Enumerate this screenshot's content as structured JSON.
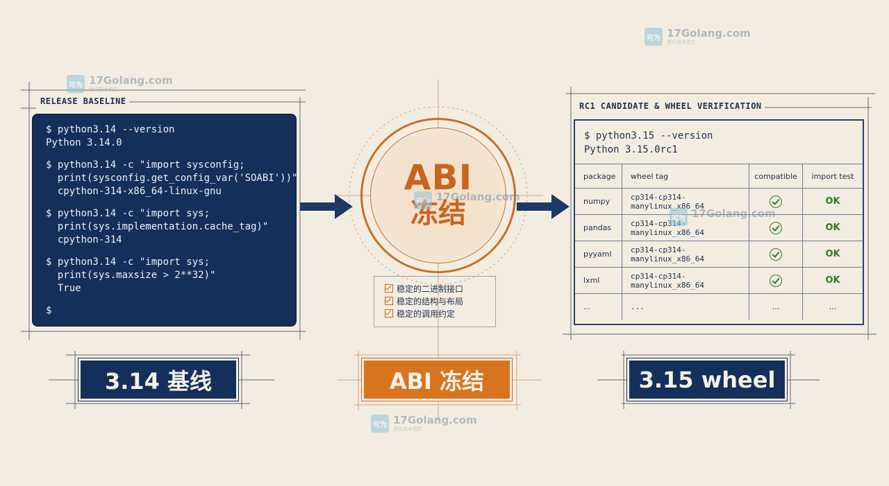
{
  "left_panel": {
    "title": "RELEASE BASELINE",
    "terminal_lines": [
      "$ python3.14 --version",
      "Python 3.14.0",
      "",
      "$ python3.14 -c \"import sysconfig;",
      "  print(sysconfig.get_config_var('SOABI'))\"",
      "  cpython-314-x86_64-linux-gnu",
      "",
      "$ python3.14 -c \"import sys;",
      "  print(sys.implementation.cache_tag)\"",
      "  cpython-314",
      "",
      "$ python3.14 -c \"import sys;",
      "  print(sys.maxsize > 2**32)\"",
      "  True",
      "",
      "$"
    ]
  },
  "center": {
    "seal_line1": "ABI",
    "seal_line2": "冻结",
    "checklist": [
      "稳定的二进制接口",
      "稳定的结构与布局",
      "稳定的调用约定"
    ]
  },
  "right_panel": {
    "title": "RC1 CANDIDATE & WHEEL VERIFICATION",
    "command": "$ python3.15 --version",
    "output": "Python 3.15.0rc1",
    "table": {
      "headers": [
        "package",
        "wheel tag",
        "compatible",
        "import test"
      ],
      "rows": [
        {
          "package": "numpy",
          "tag": "cp314-cp314-manylinux_x86_64",
          "compatible": "check-icon",
          "import": "OK"
        },
        {
          "package": "pandas",
          "tag": "cp314-cp314-manylinux_x86_64",
          "compatible": "check-icon",
          "import": "OK"
        },
        {
          "package": "pyyaml",
          "tag": "cp314-cp314-manylinux_x86_64",
          "compatible": "check-icon",
          "import": "OK"
        },
        {
          "package": "lxml",
          "tag": "cp314-cp314-manylinux_x86_64",
          "compatible": "check-icon",
          "import": "OK"
        },
        {
          "package": "...",
          "tag": "...",
          "compatible": "...",
          "import": "..."
        }
      ]
    }
  },
  "bottom_labels": [
    "3.14 基线",
    "ABI 冻结",
    "3.15 wheel"
  ],
  "watermark": {
    "brand": "17Golang.com",
    "logo": "可为",
    "sub": "资讯技术图文"
  },
  "colors": {
    "navy": "#14305a",
    "orange": "#c9641f",
    "paper": "#f3ede1",
    "ok_green": "#2f7a2c"
  }
}
